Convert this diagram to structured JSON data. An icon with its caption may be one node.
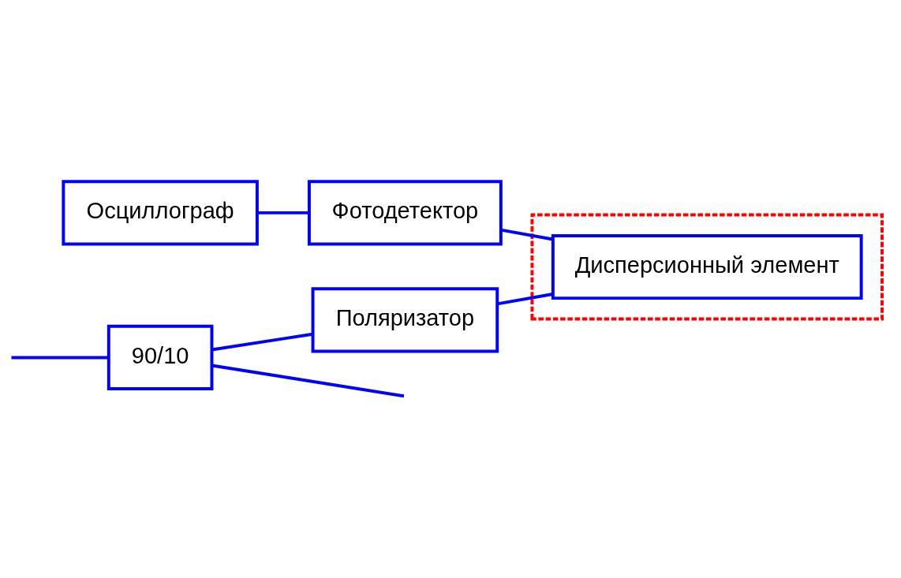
{
  "diagram": {
    "nodes": [
      {
        "text": [
          "Осциллограф"
        ]
      },
      {
        "text": [
          "Фотодетектор"
        ]
      },
      {
        "text": [],
        "shape": "box"
      },
      {
        "text": [
          "Дисперсионный элемент"
        ],
        "in": 2
      },
      {
        "text": [
          "Поляризатор"
        ]
      },
      {
        "text": [
          "90/10"
        ]
      }
    ],
    "edges": [
      {
        "from": 0,
        "to": 1,
        "arrow": "none"
      },
      {
        "from": 1,
        "to": 3,
        "arrow": "none"
      },
      {
        "from": 4,
        "to": 3,
        "arrow": "none"
      },
      {
        "from": 5,
        "to": 4,
        "arrow": "none"
      },
      {
        "from": null,
        "to": 5,
        "arrow": "none"
      },
      {
        "from": 5,
        "to": null,
        "arrow": "none"
      }
    ]
  }
}
